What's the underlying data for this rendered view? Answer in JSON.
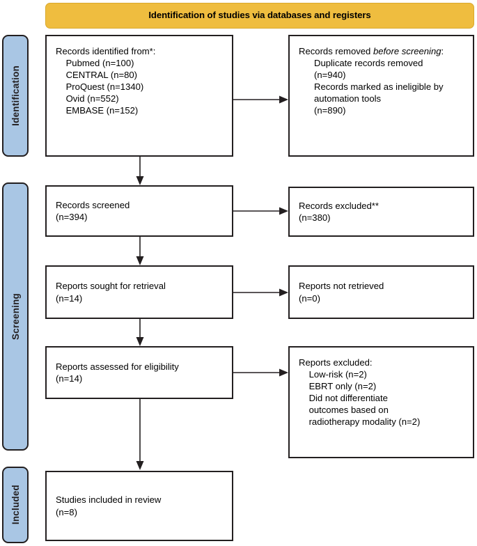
{
  "diagram": {
    "type": "prisma-flow-diagram",
    "title": "Identification of studies via databases and registers"
  },
  "banner": {
    "label": "Identification of studies via databases and registers",
    "color": "#efbd3f"
  },
  "stages": [
    {
      "key": "identification",
      "label": "Identification",
      "color": "#a9c6e4"
    },
    {
      "key": "screening",
      "label": "Screening",
      "color": "#a9c6e4"
    },
    {
      "key": "included",
      "label": "Included",
      "color": "#a9c6e4"
    }
  ],
  "boxes": {
    "records_identified": {
      "name": "records-identified",
      "text": "Records identified from*:\n    Pubmed (n=100)\n    CENTRAL (n=80)\n    ProQuest (n=1340)\n    Ovid (n=552)\n    EMBASE (n=152)",
      "heading": "Records identified from*:",
      "sources": [
        {
          "label": "Pubmed",
          "n": 100
        },
        {
          "label": "CENTRAL",
          "n": 80
        },
        {
          "label": "ProQuest",
          "n": 1340
        },
        {
          "label": "Ovid",
          "n": 552
        },
        {
          "label": "EMBASE",
          "n": 152
        }
      ]
    },
    "records_removed": {
      "name": "records-removed-before-screening",
      "heading_plain": "Records removed ",
      "heading_italic": "before screening",
      "heading_tail": ":",
      "items": [
        {
          "label": "Duplicate records removed",
          "n": 940
        },
        {
          "label": "Records marked as ineligible by automation tools",
          "n": 890
        }
      ]
    },
    "records_screened": {
      "name": "records-screened",
      "text": "Records screened\n(n=394)",
      "label": "Records screened",
      "n": 394
    },
    "records_excluded": {
      "name": "records-excluded",
      "text": "Records excluded**\n(n=380)",
      "label": "Records excluded**",
      "n": 380
    },
    "reports_sought": {
      "name": "reports-sought-for-retrieval",
      "text": "Reports sought for retrieval\n(n=14)",
      "label": "Reports sought for retrieval",
      "n": 14
    },
    "reports_not_retrieved": {
      "name": "reports-not-retrieved",
      "text": "Reports not retrieved\n(n=0)",
      "label": "Reports not retrieved",
      "n": 0
    },
    "reports_assessed": {
      "name": "reports-assessed-for-eligibility",
      "text": "Reports assessed for eligibility\n(n=14)",
      "label": "Reports assessed for eligibility",
      "n": 14
    },
    "reports_excluded": {
      "name": "reports-excluded",
      "text": "Reports excluded:\n    Low-risk (n=2)\n    EBRT only (n=2)\n    Did not differentiate\n    outcomes based on\n    radiotherapy modality (n=2)",
      "heading": "Reports excluded:",
      "reasons": [
        {
          "label": "Low-risk",
          "n": 2
        },
        {
          "label": "EBRT only",
          "n": 2
        },
        {
          "label": "Did not differentiate outcomes based on radiotherapy modality",
          "n": 2
        }
      ]
    },
    "studies_included": {
      "name": "studies-included-in-review",
      "text": "Studies included in review\n(n=8)",
      "label": "Studies included in review",
      "n": 8
    }
  },
  "connectors": [
    {
      "name": "arrow-identified-to-removed",
      "direction": "right"
    },
    {
      "name": "arrow-identified-to-screened",
      "direction": "down"
    },
    {
      "name": "arrow-screened-to-excluded",
      "direction": "right"
    },
    {
      "name": "arrow-screened-to-sought",
      "direction": "down"
    },
    {
      "name": "arrow-sought-to-not-retrieved",
      "direction": "right"
    },
    {
      "name": "arrow-sought-to-assessed",
      "direction": "down"
    },
    {
      "name": "arrow-assessed-to-excluded",
      "direction": "right"
    },
    {
      "name": "arrow-assessed-to-included",
      "direction": "down"
    }
  ]
}
